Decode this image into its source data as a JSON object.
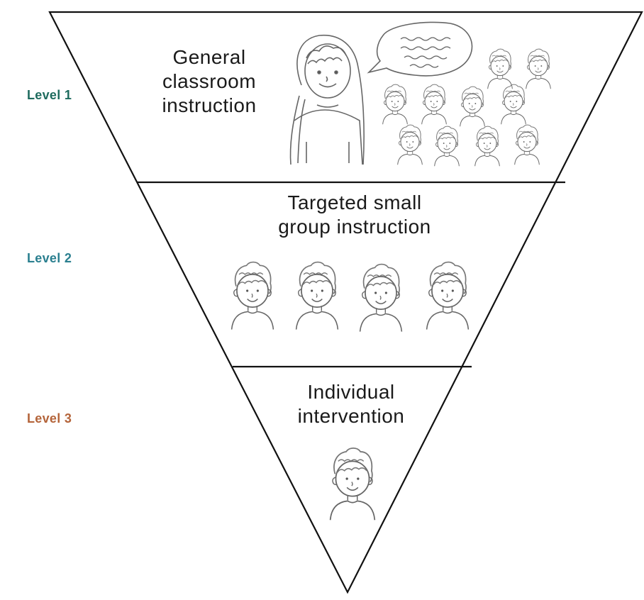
{
  "levels": [
    {
      "label": "Level 1",
      "color": "#1e6b5e",
      "title_lines": [
        "General",
        "classroom",
        "instruction"
      ],
      "icons": [
        "teacher-icon",
        "speech-bubble-icon",
        "student-face-icon"
      ]
    },
    {
      "label": "Level 2",
      "color": "#2a7f8f",
      "title_lines": [
        "Targeted small",
        "group instruction"
      ],
      "icons": [
        "student-face-icon"
      ]
    },
    {
      "label": "Level 3",
      "color": "#b4643a",
      "title_lines": [
        "Individual",
        "intervention"
      ],
      "icons": [
        "student-face-icon"
      ]
    }
  ],
  "outline_color": "#111111",
  "sketch_color": "#666666"
}
